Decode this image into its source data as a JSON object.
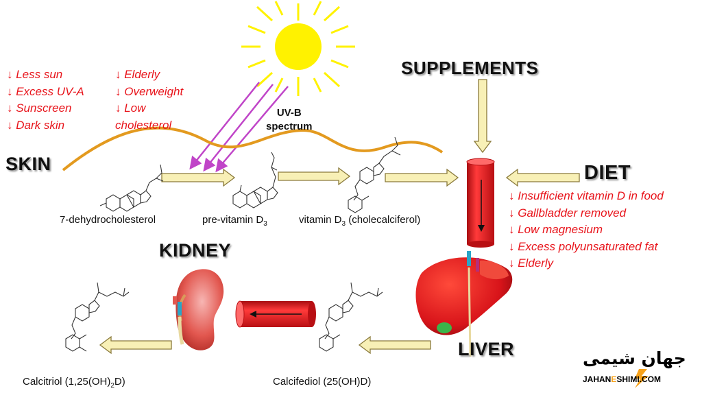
{
  "labels": {
    "skin": "SKIN",
    "supplements": "SUPPLEMENTS",
    "diet": "DIET",
    "kidney": "KIDNEY",
    "liver": "LIVER",
    "uvb_line1": "UV-B",
    "uvb_line2": "spectrum"
  },
  "compounds": {
    "dehydrocholesterol": "7-dehydrocholesterol",
    "previtamin_prefix": "pre-vitamin D",
    "previtamin_sub": "3",
    "vitamin_prefix": "vitamin D",
    "vitamin_sub": "3",
    "vitamin_suffix": " (cholecalciferol)",
    "calcitriol_prefix": "Calcitriol (1,25(OH)",
    "calcitriol_sub": "2",
    "calcitriol_suffix": "D)",
    "calcifediol": "Calcifediol (25(OH)D)"
  },
  "skin_factors_left": [
    "↓ Less sun",
    "↓ Excess UV-A",
    "↓ Sunscreen",
    "↓ Dark skin"
  ],
  "skin_factors_right": [
    "↓ Elderly",
    "↓ Overweight",
    "↓ Low",
    "cholesterol"
  ],
  "diet_factors": [
    "↓ Insufficient vitamin D in food",
    "↓ Gallbladder removed",
    "↓ Low magnesium",
    "↓ Excess polyunsaturated fat",
    "↓ Elderly"
  ],
  "logo": {
    "fa": "جهان شیمی",
    "en_pre": "JAHAN",
    "en_letter": "E",
    "en_post": "SHIMI.COM"
  },
  "colors": {
    "factor_red": "#e8141b",
    "sun": "#fff200",
    "skin_line": "#e39a1f",
    "uv_arrows": "#c045c8",
    "arrow_fill": "#f8f0b6",
    "arrow_stroke": "#8a7a3c",
    "cylinder": "#e0161c"
  }
}
